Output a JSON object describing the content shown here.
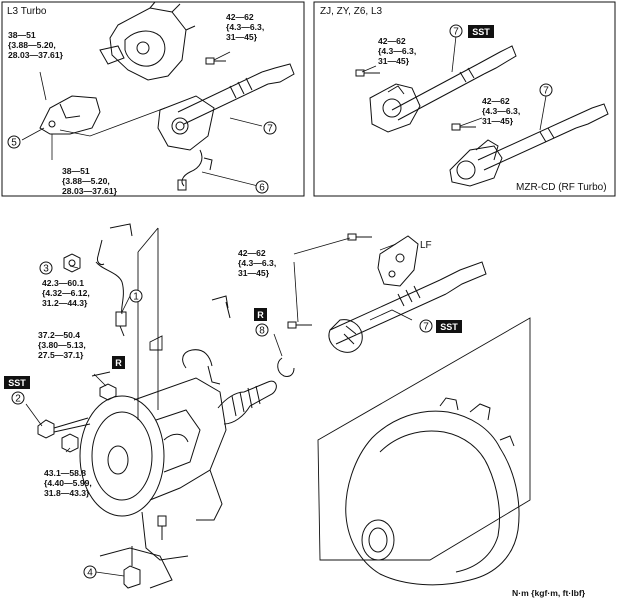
{
  "panels": {
    "l3_turbo": {
      "title": "L3 Turbo",
      "torque_top_left": [
        "38—51",
        "{3.88—5.20,",
        "28.03—37.61}"
      ],
      "torque_top_mid": [
        "42—62",
        "{4.3—6.3,",
        "31—45}"
      ],
      "torque_bottom": [
        "38—51",
        "{3.88—5.20,",
        "28.03—37.61}"
      ],
      "callouts": [
        "5",
        "7",
        "6"
      ]
    },
    "zj_group": {
      "title": "ZJ, ZY, Z6, L3",
      "torque_a": [
        "42—62",
        "{4.3—6.3,",
        "31—45}"
      ],
      "torque_b": [
        "42—62",
        "{4.3—6.3,",
        "31—45}"
      ],
      "callouts": [
        "7",
        "7"
      ],
      "sst": "SST",
      "caption": "MZR-CD (RF Turbo)"
    }
  },
  "main": {
    "lf_label": "LF",
    "torque_driveshaft": [
      "42—62",
      "{4.3—6.3,",
      "31—45}"
    ],
    "torque_item3": [
      "42.3—60.1",
      "{4.32—6.12,",
      "31.2—44.3}"
    ],
    "torque_nut": [
      "37.2—50.4",
      "{3.80—5.13,",
      "27.5—37.1}"
    ],
    "torque_item2": [
      "43.1—58.8",
      "{4.40—5.99,",
      "31.8—43.3}"
    ],
    "callouts": [
      "1",
      "2",
      "3",
      "4",
      "7",
      "8"
    ],
    "replace_badge": "R",
    "sst": "SST",
    "units": "N·m {kgf·m, ft·lbf}"
  },
  "colors": {
    "line": "#111111",
    "badge_bg": "#111111"
  }
}
